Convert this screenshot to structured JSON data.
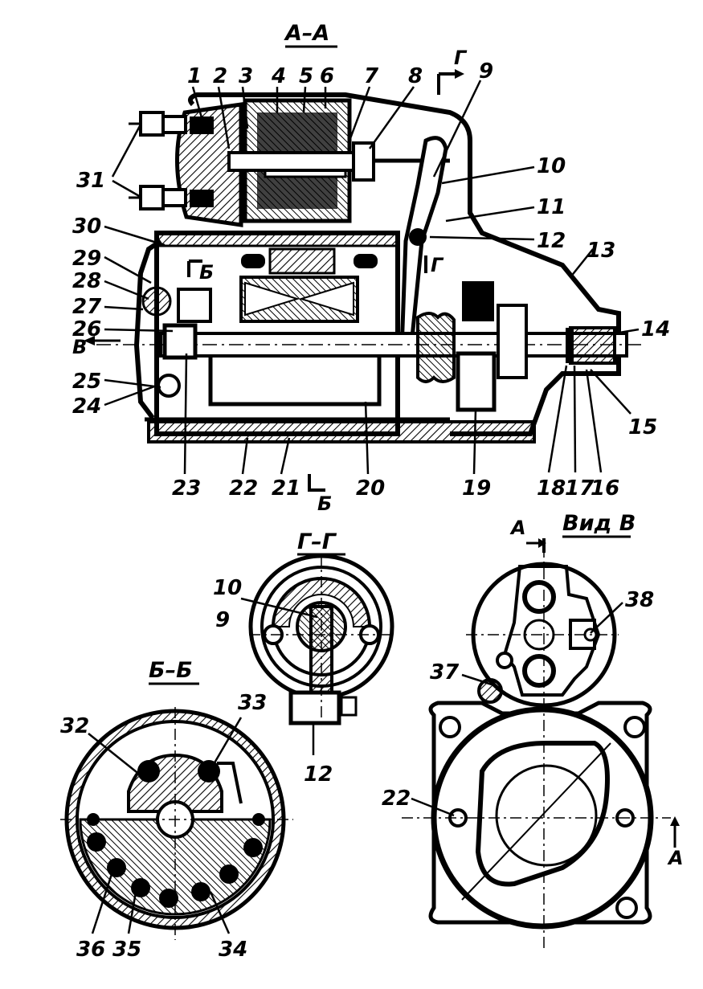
{
  "views": {
    "section_aa": "А–А",
    "section_gg": "Г–Г",
    "section_bb": "Б–Б",
    "view_v": "Вид В"
  },
  "marks": {
    "g": "Г",
    "b": "Б",
    "v": "В",
    "a": "А"
  },
  "callouts_main": [
    "1",
    "2",
    "3",
    "4",
    "5",
    "6",
    "7",
    "8",
    "9",
    "10",
    "11",
    "12",
    "13",
    "14",
    "15",
    "16",
    "17",
    "18",
    "19",
    "20",
    "21",
    "22",
    "23",
    "24",
    "25",
    "26",
    "27",
    "28",
    "29",
    "30",
    "31"
  ],
  "callouts_gg": [
    "10",
    "9",
    "12"
  ],
  "callouts_bb": [
    "32",
    "33",
    "34",
    "35",
    "36"
  ],
  "callouts_view": [
    "38",
    "37",
    "22"
  ]
}
